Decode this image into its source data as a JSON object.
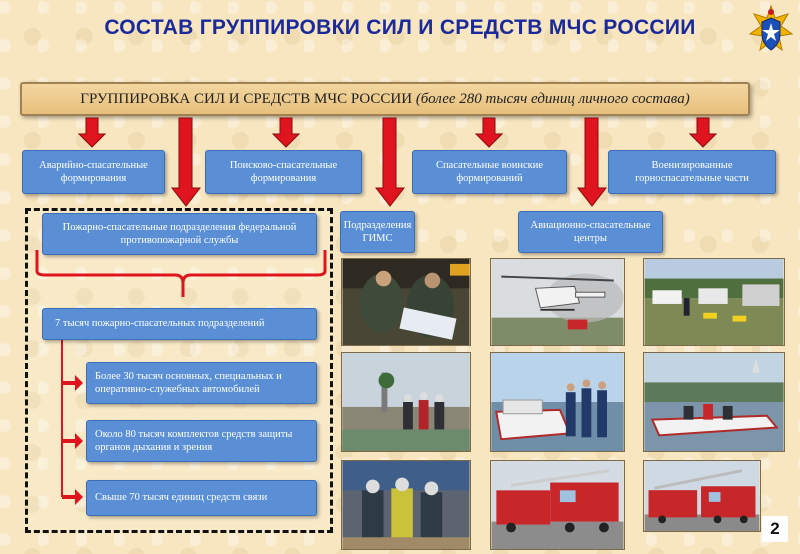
{
  "title": "СОСТАВ ГРУППИРОВКИ СИЛ И СРЕДСТВ МЧС РОССИИ",
  "banner": {
    "main": "ГРУППИРОВКА СИЛ И СРЕДСТВ МЧС РОССИИ",
    "note": "(более 280 тысяч единиц личного состава)"
  },
  "units": {
    "emergency_rescue": "Аварийно-спасательные формирования",
    "search_rescue": "Поисково-спасательные формирования",
    "military_rescue": "Спасательные воинские формирований",
    "mine_rescue": "Военизированные горноспасательные части",
    "fire_service": "Пожарно-спасательные подразделения федеральной противопожарной службы",
    "gims": "Подразделения ГИМС",
    "aviation": "Авиационно-спасательные центры"
  },
  "fire_details": {
    "count": "7 тысяч пожарно-спасательных подразделений",
    "items": [
      "Более 30 тысяч основных, специальных и оперативно-служебных автомобилей",
      "Около 80 тысяч комплектов средств защиты органов дыхания и зрения",
      "Свыше 70 тысяч единиц средств связи"
    ]
  },
  "page_number": "2",
  "colors": {
    "title": "#1a2a9a",
    "box_fill": "#5a8fd6",
    "arrow_red": "#e0141e",
    "background": "#f7e6c0"
  }
}
